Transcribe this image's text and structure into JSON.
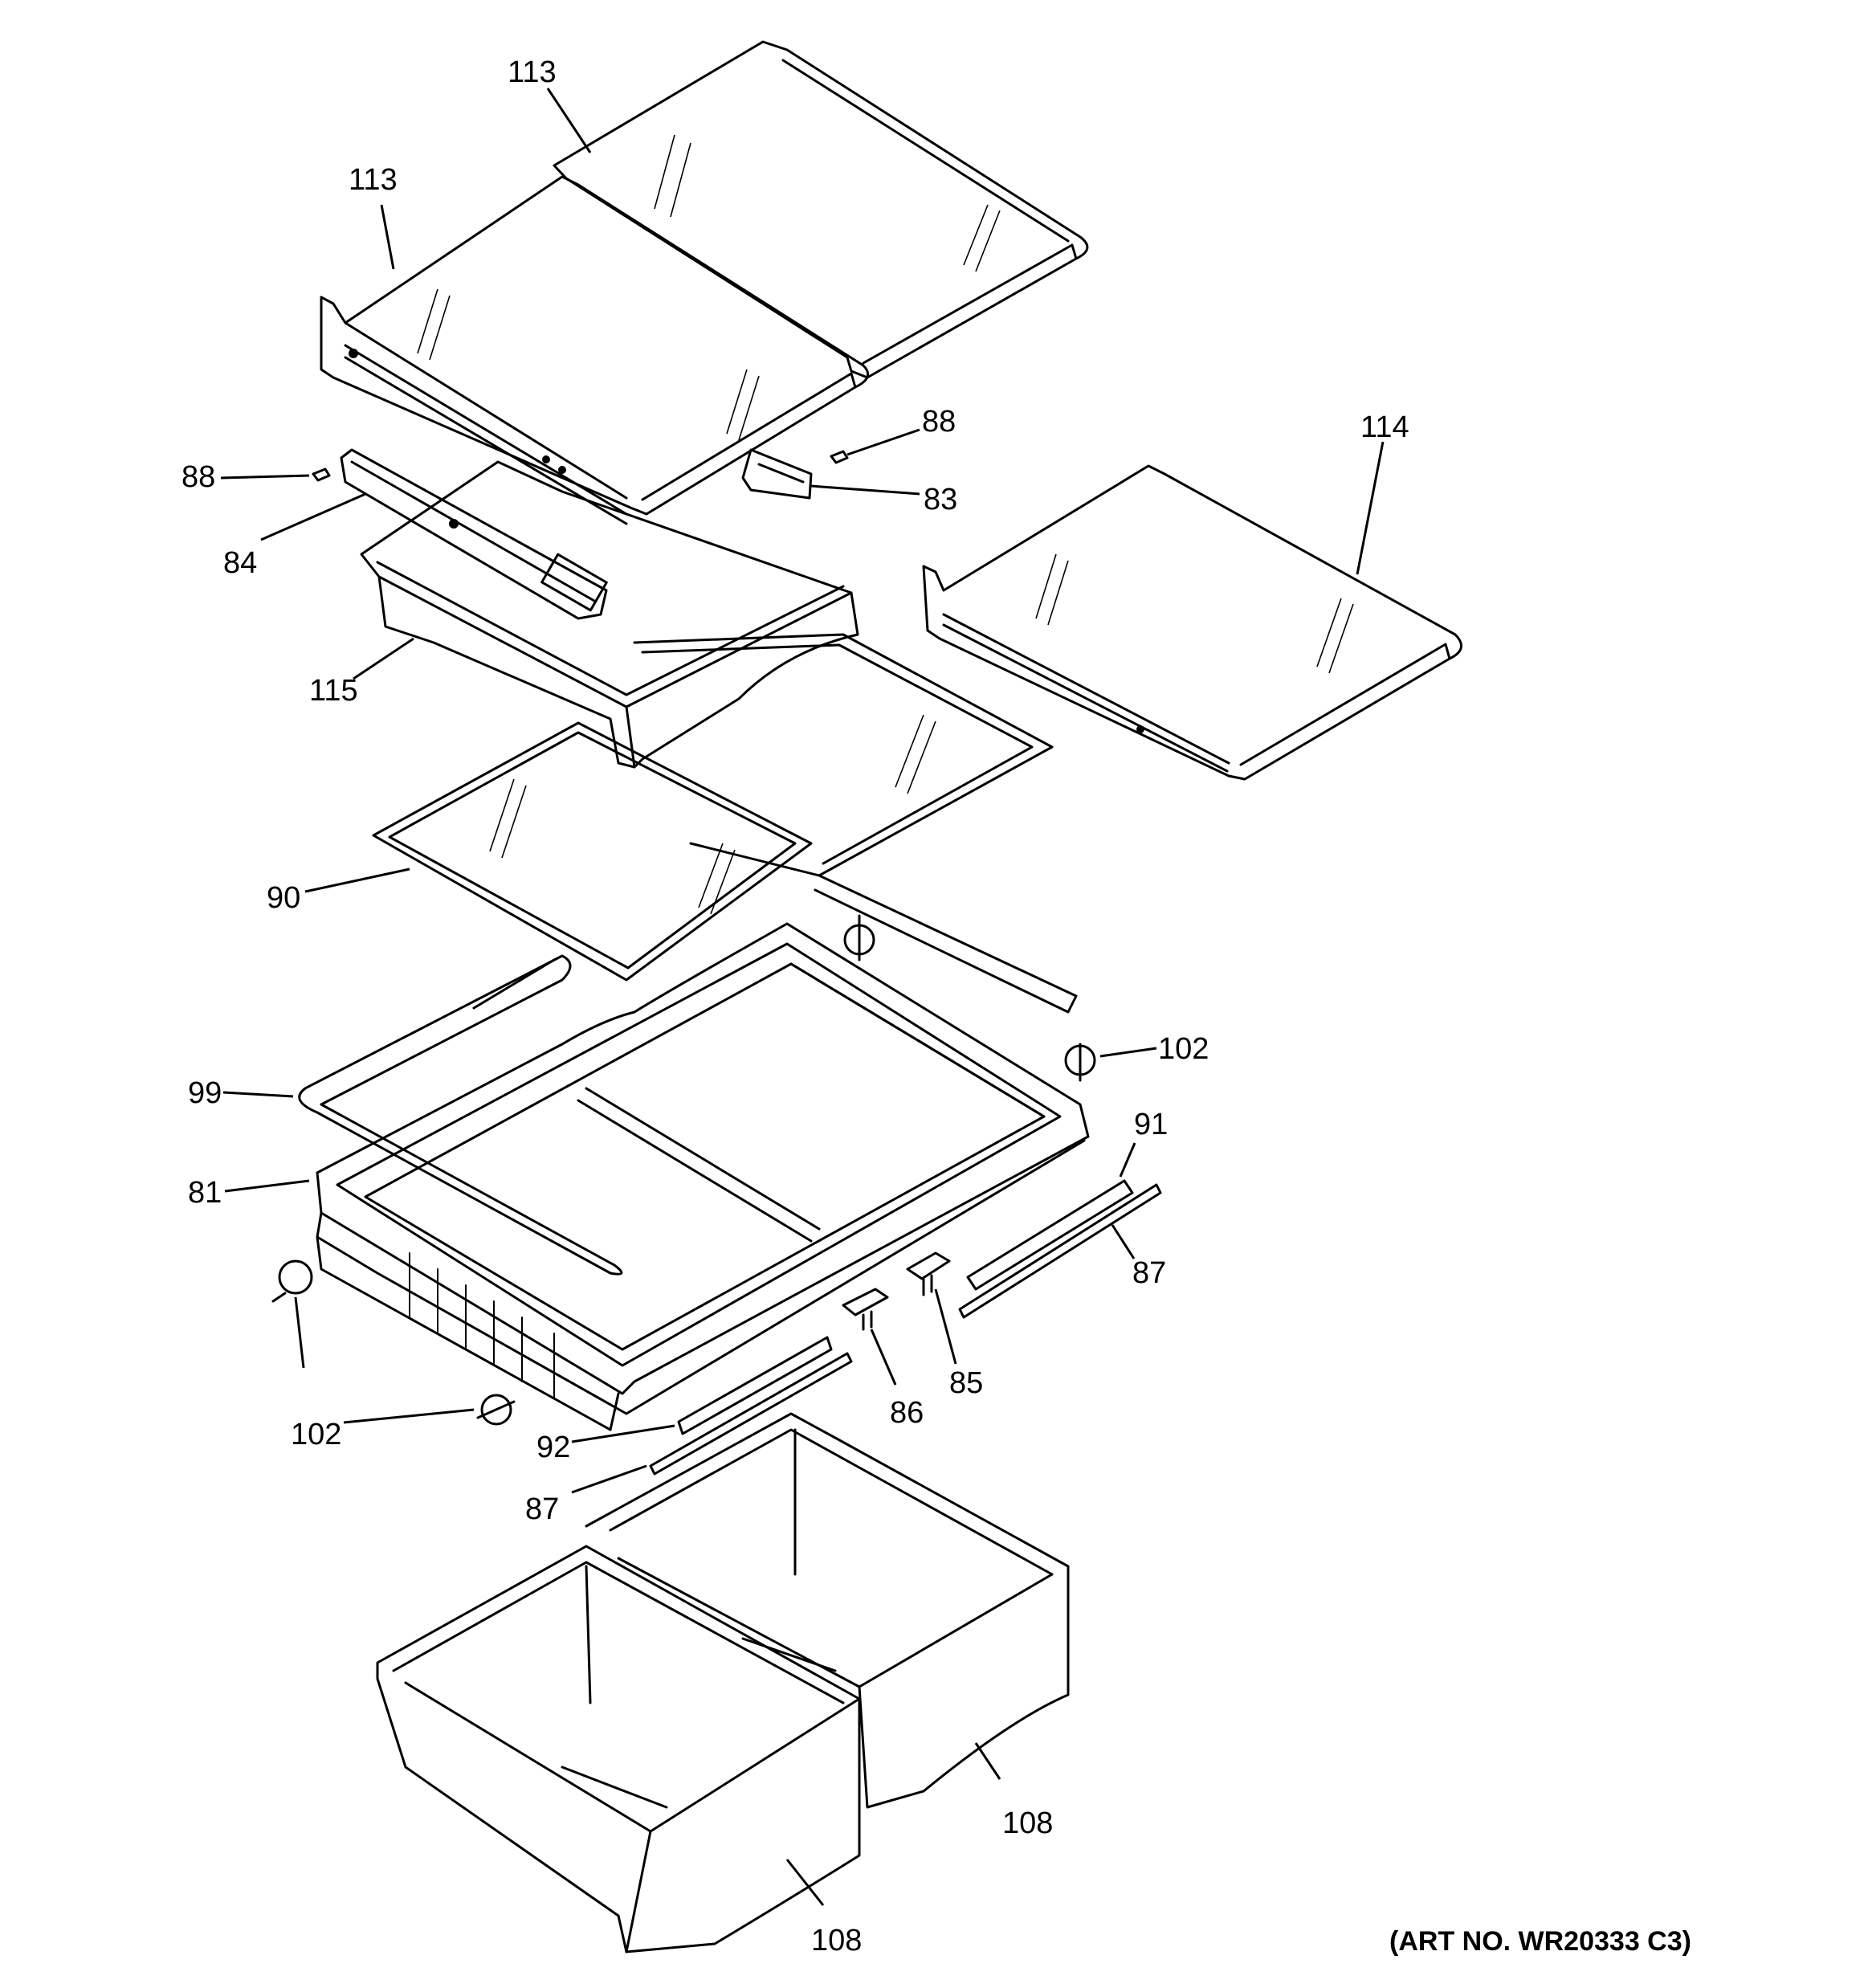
{
  "art_number": "(ART NO. WR20333 C3)",
  "callouts": [
    {
      "id": "c1",
      "label": "113"
    },
    {
      "id": "c2",
      "label": "113"
    },
    {
      "id": "c3",
      "label": "88"
    },
    {
      "id": "c4",
      "label": "88"
    },
    {
      "id": "c5",
      "label": "83"
    },
    {
      "id": "c6",
      "label": "84"
    },
    {
      "id": "c7",
      "label": "114"
    },
    {
      "id": "c8",
      "label": "115"
    },
    {
      "id": "c9",
      "label": "90"
    },
    {
      "id": "c10",
      "label": "102"
    },
    {
      "id": "c11",
      "label": "99"
    },
    {
      "id": "c12",
      "label": "91"
    },
    {
      "id": "c13",
      "label": "81"
    },
    {
      "id": "c14",
      "label": "87"
    },
    {
      "id": "c15",
      "label": "85"
    },
    {
      "id": "c16",
      "label": "86"
    },
    {
      "id": "c17",
      "label": "102"
    },
    {
      "id": "c18",
      "label": "92"
    },
    {
      "id": "c19",
      "label": "87"
    },
    {
      "id": "c20",
      "label": "108"
    },
    {
      "id": "c21",
      "label": "108"
    }
  ]
}
